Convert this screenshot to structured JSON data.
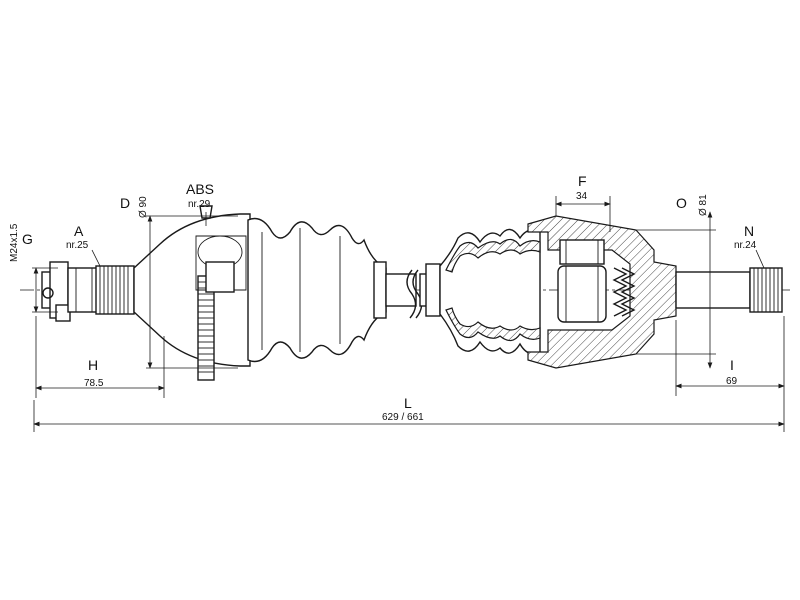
{
  "labels": {
    "G": "G",
    "thread": "M24x1.5",
    "A": "A",
    "A_sub": "nr.25",
    "D": "D",
    "D_dim": "Ø 90",
    "ABS": "ABS",
    "ABS_sub": "nr.29",
    "H": "H",
    "H_dim": "78.5",
    "L": "L",
    "L_dim": "629 / 661",
    "F": "F",
    "F_dim": "34",
    "O": "O",
    "O_dim": "Ø 81",
    "N": "N",
    "N_sub": "nr.24",
    "I": "I",
    "I_dim": "69"
  }
}
